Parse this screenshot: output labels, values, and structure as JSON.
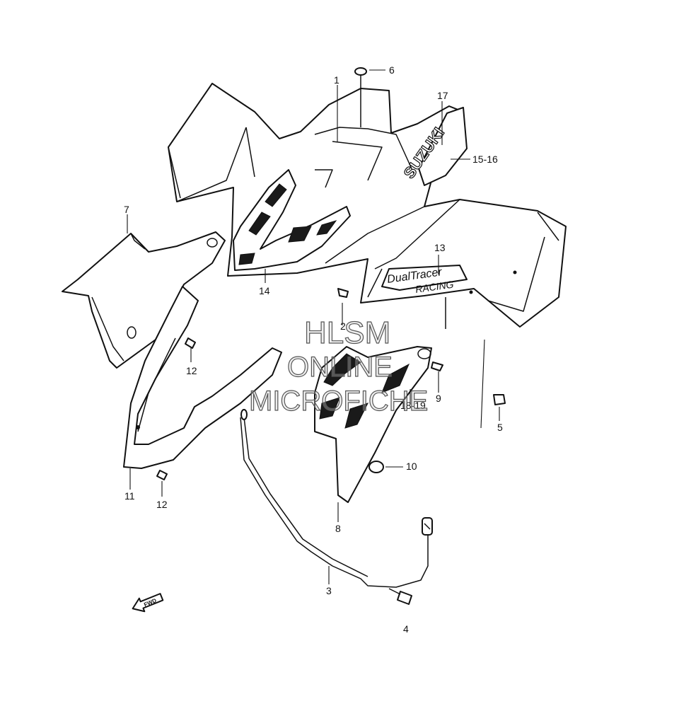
{
  "callouts": {
    "c1": "1",
    "c2": "2",
    "c3": "3",
    "c4": "4",
    "c5": "5",
    "c6": "6",
    "c7": "7",
    "c8": "8",
    "c9": "9",
    "c10": "10",
    "c11": "11",
    "c12a": "12",
    "c12b": "12",
    "c13": "13",
    "c14": "14",
    "c15_16": "15-16",
    "c17": "17",
    "c18_19": "18-19"
  },
  "decals": {
    "brand": "SUZUKI",
    "model_line1": "DualTracer",
    "model_line2": "RACING"
  },
  "watermark": {
    "line1": "HLSM",
    "line2": "ONLINE",
    "line3": "MICROFICHE"
  },
  "fwd_label": "FWD"
}
